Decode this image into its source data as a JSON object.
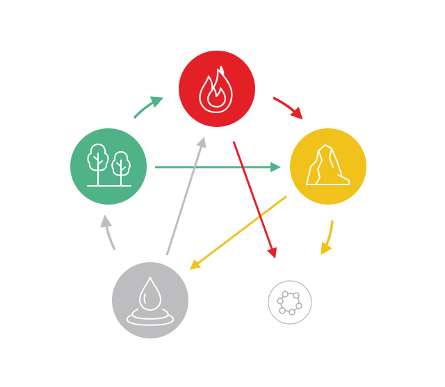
{
  "diagram": {
    "nodes": [
      {
        "id": "fire",
        "icon": "flame-icon",
        "color": "#e42027"
      },
      {
        "id": "earth",
        "icon": "mountain-icon",
        "color": "#f0c21b"
      },
      {
        "id": "metal",
        "icon": "ring-icon",
        "color": "#b7b7b9"
      },
      {
        "id": "water",
        "icon": "water-drop-icon",
        "color": "#bdbdbf"
      },
      {
        "id": "wood",
        "icon": "trees-icon",
        "color": "#4fb387"
      }
    ],
    "generating_cycle": [
      {
        "from": "wood",
        "to": "fire",
        "color": "#4fb387"
      },
      {
        "from": "fire",
        "to": "earth",
        "color": "#e42027"
      },
      {
        "from": "earth",
        "to": "metal",
        "color": "#f0c21b"
      },
      {
        "from": "water",
        "to": "wood",
        "color": "#bdbdbf"
      }
    ],
    "controlling_cycle": [
      {
        "from": "wood",
        "to": "earth",
        "color": "#4fb387"
      },
      {
        "from": "fire",
        "to": "metal",
        "color": "#e42027"
      },
      {
        "from": "earth",
        "to": "water",
        "color": "#f0c21b"
      },
      {
        "from": "water",
        "to": "fire",
        "color": "#bdbdbf"
      }
    ]
  }
}
